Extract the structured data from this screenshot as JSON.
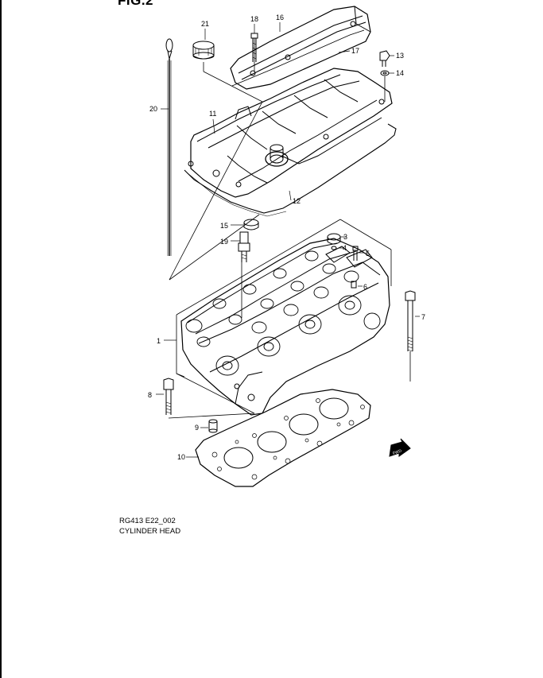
{
  "figure": {
    "title": "FIG.2",
    "code": "RG413 E22_002",
    "name": "CYLINDER HEAD"
  },
  "callouts": [
    {
      "id": "c1",
      "label": "1"
    },
    {
      "id": "c3",
      "label": "3"
    },
    {
      "id": "c4",
      "label": "4"
    },
    {
      "id": "c5",
      "label": "5"
    },
    {
      "id": "c6",
      "label": "6"
    },
    {
      "id": "c7",
      "label": "7"
    },
    {
      "id": "c8",
      "label": "8"
    },
    {
      "id": "c9",
      "label": "9"
    },
    {
      "id": "c10",
      "label": "10"
    },
    {
      "id": "c11",
      "label": "11"
    },
    {
      "id": "c12",
      "label": "12"
    },
    {
      "id": "c13",
      "label": "13"
    },
    {
      "id": "c14",
      "label": "14"
    },
    {
      "id": "c15",
      "label": "15"
    },
    {
      "id": "c16",
      "label": "16"
    },
    {
      "id": "c17",
      "label": "17"
    },
    {
      "id": "c18",
      "label": "18"
    },
    {
      "id": "c19",
      "label": "19"
    },
    {
      "id": "c20",
      "label": "20"
    },
    {
      "id": "c21",
      "label": "21"
    }
  ],
  "fwd_marker": "FWD"
}
